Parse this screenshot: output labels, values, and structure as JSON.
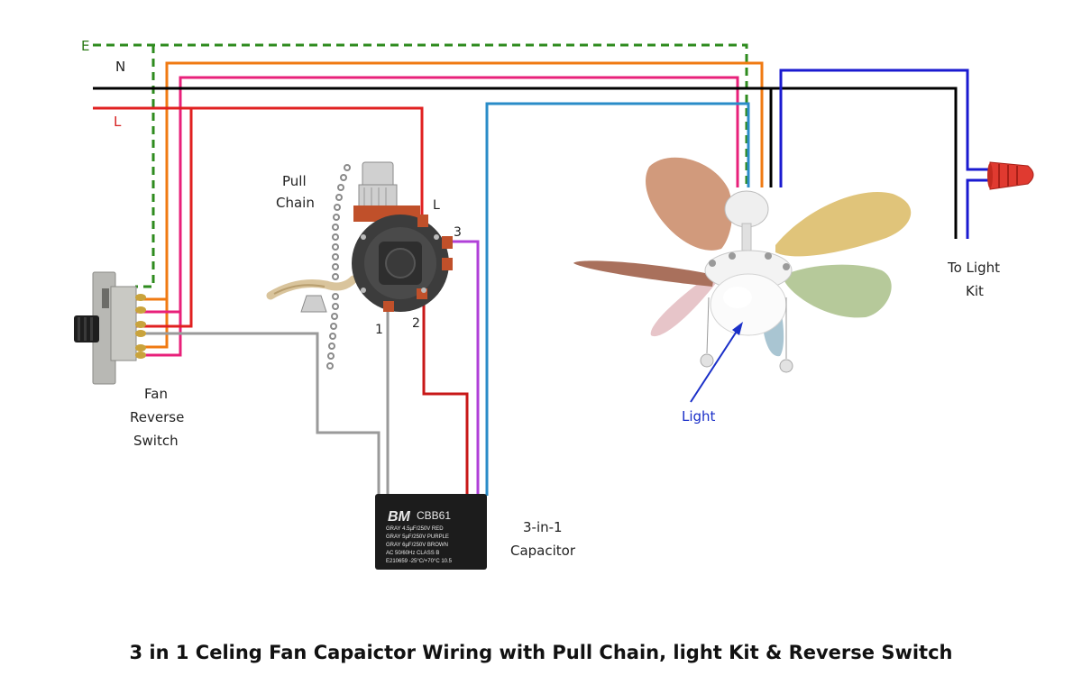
{
  "labels": {
    "earth": "E",
    "neutral": "N",
    "live": "L",
    "pull_chain_line1": "Pull",
    "pull_chain_line2": "Chain",
    "switch_L": "L",
    "switch_terminal_1": "1",
    "switch_terminal_2": "2",
    "switch_terminal_3": "3",
    "reverse_line1": "Fan",
    "reverse_line2": "Reverse",
    "reverse_line3": "Switch",
    "capacitor_line1": "3-in-1",
    "capacitor_line2": "Capacitor",
    "light_kit_line1": "To Light",
    "light_kit_line2": "Kit",
    "light": "Light"
  },
  "capacitor": {
    "logo": "BM",
    "model": "CBB61",
    "rows": [
      "GRAY  4.5µF/250V  RED",
      "GRAY  5µF/250V  PURPLE",
      "GRAY  6µF/250V  BROWN",
      "AC 50/60Hz  CLASS B",
      "E210659  -25°C/+70°C  10.5"
    ]
  },
  "title": "3 in 1 Celing Fan Capaictor Wiring with Pull Chain, light Kit & Reverse Switch",
  "colors": {
    "earth": "#2e8b1e",
    "neutral": "#000000",
    "live": "#e02020",
    "orange": "#f07a12",
    "pink": "#e8207a",
    "cyan": "#2a8cc8",
    "purple": "#b040d8",
    "gray": "#9a9a9a",
    "dark_red": "#c81818",
    "blue": "#1a1ad0"
  },
  "icons": [
    "pull-chain-switch-icon",
    "reverse-switch-icon",
    "capacitor-icon",
    "ceiling-fan-icon",
    "wire-nut-icon"
  ]
}
